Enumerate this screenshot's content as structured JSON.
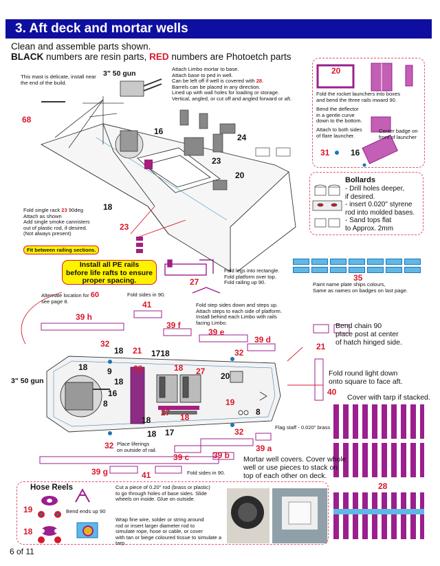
{
  "page": {
    "title": "3. Aft deck and mortar wells",
    "intro_line1": "Clean and assemble parts shown.",
    "intro_black": "BLACK",
    "intro_mid": " numbers are resin parts, ",
    "intro_red": "RED",
    "intro_end": " numbers are Photoetch parts",
    "footer": "6 of 11"
  },
  "colors": {
    "banner": "#0e0ea0",
    "photoetch": "#9b1f8e",
    "red_label": "#d8182a",
    "rail_blue": "#5fb8e6",
    "highlight": "#fff200"
  },
  "notes": {
    "mast": "This mast is delicate, install near the end of the build.",
    "gun_top": "3\" 50 gun",
    "limbo": [
      "Attach Limbo mortar to base.",
      "Attach base to ped in well.",
      "Can be left off if well is covered with ",
      "Barrels can be placed in any direction.",
      "Lined up with wall holes for loading or storage.",
      "Vertical, angled, or cut off and angled forward or aft."
    ],
    "limbo_ref": "28",
    "rocket": [
      "Fold the rocket launchers into boxes",
      "and bend the three rails inward 90."
    ],
    "deflector": [
      "Bend the deflector",
      "in a gentle curve",
      "down to the bottom."
    ],
    "attach_flare": [
      "Attach to both sides",
      "of flare launcher."
    ],
    "center_badge": [
      "Center badge on",
      "front of launcher"
    ],
    "bollards_title": "Bollards",
    "bollards": [
      "- Drill holes deeper,",
      "if desired.",
      "- insert 0.020\" styrene",
      "rod into molded bases.",
      "- Sand tops flat",
      "to Approx. 2mm"
    ],
    "rack": [
      "Fold single rack ",
      " 90deg",
      "Attach as shown",
      "Add single smoke cannisters",
      "out of plastic rod, if desired.",
      "(Not always present)"
    ],
    "rack_ref": "23",
    "fit_rail": "Fit between railing sections.",
    "install_pe": [
      "Install all PE rails",
      "before life rafts to ensure",
      "proper spacing."
    ],
    "fold_legs": [
      "Fold legs into rectangle.",
      "Fold platform over top.",
      "Fold railing up 90."
    ],
    "paint_name": [
      "Paint name plate ships colours,",
      "Same as names on badges on last page."
    ],
    "alt_location": [
      "Alternate location for ",
      "see page 8."
    ],
    "alt_ref": "60",
    "fold_sides_top": "Fold sides in 90.",
    "fold_step": [
      "Fold step sides down and steps up.",
      "Attach steps to each side of platform.",
      "Install behind each Limbo with rails",
      "facing Limbo."
    ],
    "bend_chain": [
      "Bend chain 90",
      "place post at center",
      "of hatch hinged side."
    ],
    "fold_light": [
      "Fold round light down",
      "onto square to face aft."
    ],
    "cover_tarp": "Cover with tarp if stacked.",
    "gun_side": "3\" 50 gun",
    "flag_staff": "Flag staff - 0.020\" brass",
    "place_liferings": [
      "Place liferings",
      "on outside of rail."
    ],
    "mortar_covers": [
      "Mortar well covers. Cover whole",
      "well or use pieces to stack on",
      "top of each other on deck."
    ],
    "fold_sides_bottom": "Fold sides in 90.",
    "hose_title": "Hose Reels",
    "bend_ends": "Bend ends up 90",
    "hose_cut": [
      "Cut a piece of 0.20\" rod (brass or plastic)",
      "to go through holes of base sides. Slide",
      "wheels on inside. Glue on outside."
    ],
    "hose_wrap": [
      "Wrap fine wire, solder or string around",
      "rod or insert larger diameter rod to",
      "simulate rope, hose or cable, or cover",
      "with tan or biege coloured tissue to simulate a tarp."
    ]
  },
  "parts_black": {
    "p16a": "16",
    "p24": "24",
    "p23": "23",
    "p20a": "20",
    "p18a": "18",
    "p18b": "18",
    "p1718": "1718",
    "p18c": "18",
    "p9": "9",
    "p18d": "18",
    "p16b": "16",
    "p8a": "8",
    "p20b": "20",
    "p8b": "8",
    "p18e": "18",
    "p17": "17",
    "p18f": "18",
    "p16c": "16"
  },
  "parts_red": {
    "r68": "68",
    "r20": "20",
    "r31": "31",
    "r23": "23",
    "r27a": "27",
    "r35": "35",
    "r41a": "41",
    "r39h": "39 h",
    "r39f": "39 f",
    "r39e": "39 e",
    "r39d": "39 d",
    "r32a": "32",
    "r21a": "21",
    "r21b": "21",
    "r28a": "28",
    "r27b": "27",
    "r18": "18",
    "r32b": "32",
    "r19a": "19",
    "r40": "40",
    "r27c": "27",
    "r18g": "18",
    "r32c": "32",
    "r39a": "39 a",
    "r32d": "32",
    "r39c": "39 c",
    "r39b": "39 b",
    "r39g": "39 g",
    "r41b": "41",
    "r28b": "28",
    "r19b": "19",
    "r18h": "18"
  },
  "name_badges": [
    "",
    "",
    "",
    "",
    "",
    "",
    "",
    "",
    "",
    "",
    "",
    "",
    "",
    ""
  ]
}
